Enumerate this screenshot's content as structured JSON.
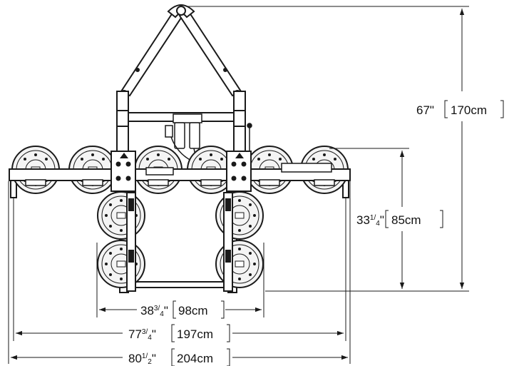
{
  "dimensions": {
    "overall_height": {
      "imperial": "67\"",
      "metric": "170cm"
    },
    "pad_height": {
      "imperial_whole": "33",
      "imperial_num": "1",
      "imperial_den": "4",
      "imperial_unit": "\"",
      "metric": "85cm"
    },
    "inner_width": {
      "imperial_whole": "38",
      "imperial_num": "3",
      "imperial_den": "4",
      "imperial_unit": "\"",
      "metric": "98cm"
    },
    "pad_span": {
      "imperial_whole": "77",
      "imperial_num": "3",
      "imperial_den": "4",
      "imperial_unit": "\"",
      "metric": "197cm"
    },
    "overall_width": {
      "imperial_whole": "80",
      "imperial_num": "1",
      "imperial_den": "2",
      "imperial_unit": "\"",
      "metric": "204cm"
    }
  },
  "colors": {
    "line": "#1a1a1a",
    "frame": "#ffffff",
    "pad_fill": "#f4f4f4"
  }
}
